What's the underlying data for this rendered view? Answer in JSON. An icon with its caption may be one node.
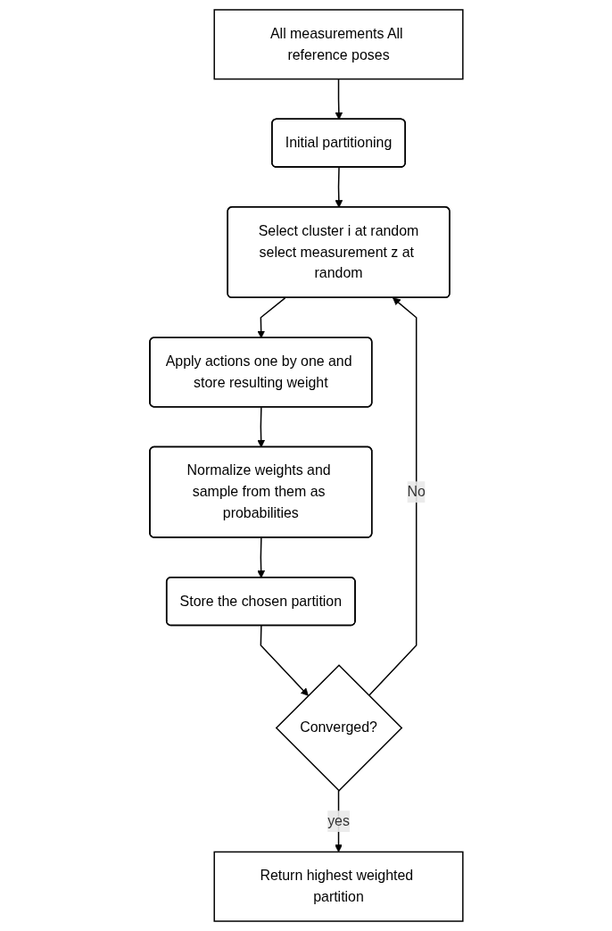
{
  "diagram": {
    "nodes": [
      {
        "text": [
          "All measurements All reference poses"
        ]
      },
      {
        "text": [
          "Initial partitioning"
        ]
      },
      {
        "text": [
          "Select cluster i at random",
          "select measurement z at random"
        ]
      },
      {
        "text": [
          "Apply actions one by one and store resulting weight"
        ]
      },
      {
        "text": [
          "Normalize weights and sample from them as probabilities"
        ]
      },
      {
        "text": [
          "Store the chosen partition"
        ]
      },
      {
        "text": [
          "Converged?"
        ]
      },
      {
        "text": [
          "Return highest weighted partition"
        ]
      }
    ],
    "edges": [
      {
        "from": 0,
        "to": 1,
        "arrow": "to"
      },
      {
        "from": 1,
        "to": 2,
        "arrow": "to"
      },
      {
        "from": 2,
        "to": 3,
        "arrow": "to"
      },
      {
        "from": 3,
        "to": 4,
        "arrow": "to"
      },
      {
        "from": 4,
        "to": 5,
        "arrow": "to"
      },
      {
        "from": 5,
        "to": 6,
        "arrow": "to"
      },
      {
        "from": 6,
        "to": 2,
        "arrow": "to",
        "label": "No"
      },
      {
        "from": 6,
        "to": 7,
        "arrow": "to",
        "label": "yes"
      }
    ]
  }
}
